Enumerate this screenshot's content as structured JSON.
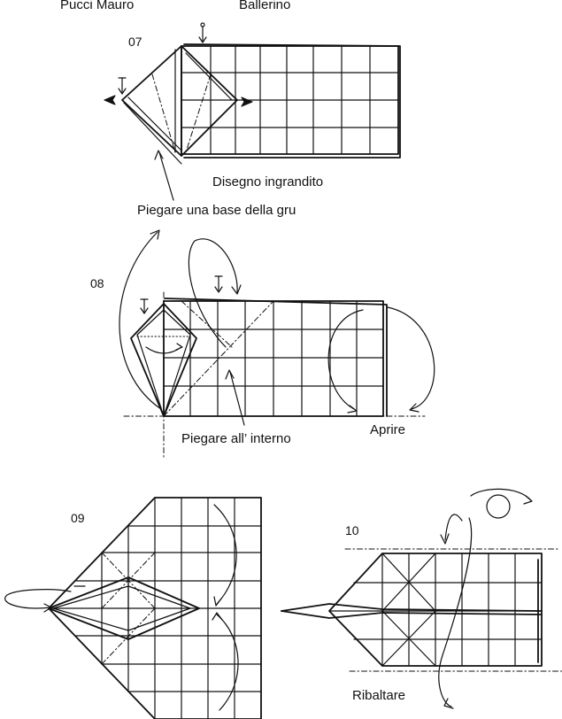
{
  "header": {
    "author": "Pucci Mauro",
    "model": "Ballerino"
  },
  "steps": [
    {
      "number": "07",
      "notes": [
        "Disegno ingrandito",
        "Piegare una base della gru"
      ]
    },
    {
      "number": "08",
      "notes": [
        "Piegare all’ interno",
        "Aprire"
      ]
    },
    {
      "number": "09",
      "notes": []
    },
    {
      "number": "10",
      "notes": [
        "Ribaltare"
      ]
    }
  ]
}
